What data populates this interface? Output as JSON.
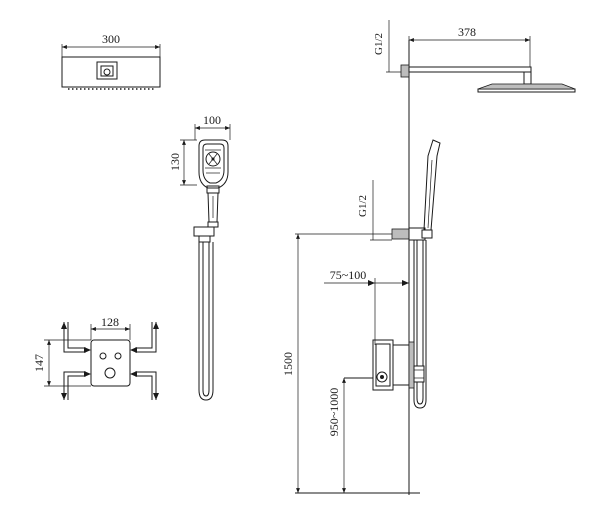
{
  "dimensions": {
    "head_width": "300",
    "hand_width": "100",
    "hand_height": "130",
    "valve_width": "128",
    "valve_height": "147",
    "arm_thread": "G1/2",
    "arm_length": "378",
    "outlet_thread": "G1/2",
    "wall_depth": "75~100",
    "total_height": "1500",
    "valve_height_range": "950~1000"
  },
  "colors": {
    "line": "#1a1a1a",
    "fill": "#bdbdbd",
    "background": "#ffffff"
  }
}
